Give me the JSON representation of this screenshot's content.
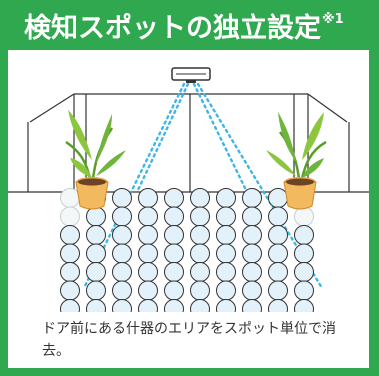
{
  "header": {
    "title": "検知スポットの独立設定",
    "note": "※1"
  },
  "caption": "ドア前にある什器のエリアをスポット単位で消去。",
  "colors": {
    "accent_green": "#2fa84f",
    "spot_fill": "#e3f2fa",
    "spot_stroke": "#333333",
    "beam": "#3fb6e6"
  },
  "grid": {
    "rows": 8,
    "cols": 10,
    "masked_corners": "4 spots at outer corners near plants"
  }
}
